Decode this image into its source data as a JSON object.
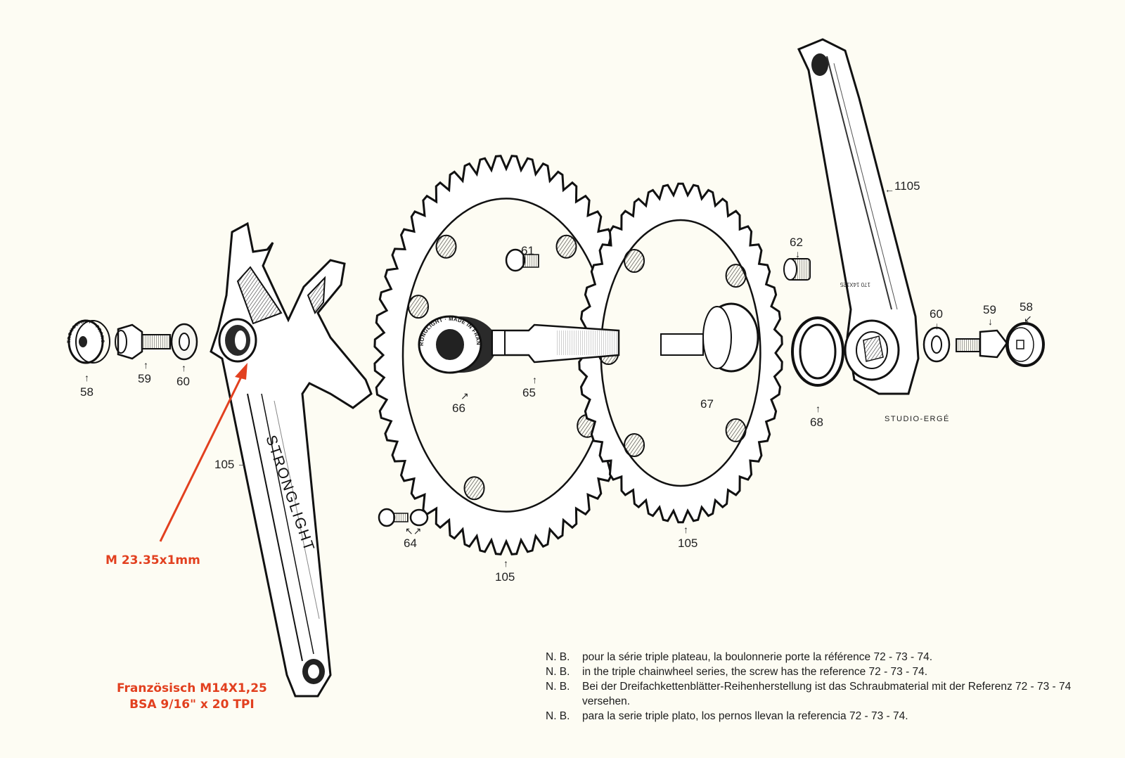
{
  "diagram": {
    "title": "Stronglight crankset exploded view",
    "brand_on_crank": "STRONGLIGHT",
    "brand_on_cup": "STRONGLIGHT · MADE IN FRANCE",
    "brand_on_cap": "STRONGLIGHT · FRANCE",
    "crank_stamp": "170 14X125",
    "credit": "STUDIO-ERGÉ",
    "part_labels": [
      {
        "id": "58",
        "text": "58",
        "side": "left"
      },
      {
        "id": "59",
        "text": "59",
        "side": "left"
      },
      {
        "id": "60",
        "text": "60",
        "side": "left"
      },
      {
        "id": "105-crank",
        "text": "105"
      },
      {
        "id": "61",
        "text": "61"
      },
      {
        "id": "66",
        "text": "66"
      },
      {
        "id": "65",
        "text": "65"
      },
      {
        "id": "62",
        "text": "62"
      },
      {
        "id": "67",
        "text": "67"
      },
      {
        "id": "68",
        "text": "68"
      },
      {
        "id": "1105",
        "text": "1105"
      },
      {
        "id": "60r",
        "text": "60",
        "side": "right"
      },
      {
        "id": "59r",
        "text": "59",
        "side": "right"
      },
      {
        "id": "58r",
        "text": "58",
        "side": "right"
      },
      {
        "id": "64",
        "text": "64"
      },
      {
        "id": "105-big",
        "text": "105"
      },
      {
        "id": "105-small",
        "text": "105"
      }
    ],
    "annotations": {
      "thread_spindle": "M 23.35x1mm",
      "pedal_thread_line1": "Französisch M14X1,25",
      "pedal_thread_line2": "BSA 9/16\" x 20 TPI",
      "accent_color": "#e2401f"
    },
    "notes": [
      {
        "prefix": "N. B.",
        "text": "pour la série triple plateau, la boulonnerie porte la référence 72 - 73 - 74."
      },
      {
        "prefix": "N. B.",
        "text": "in the triple chainwheel series, the screw has the reference 72 - 73 - 74."
      },
      {
        "prefix": "N. B.",
        "text": "Bei der Dreifachkettenblätter-Reihenherstellung ist das Schraubmaterial mit der Referenz 72 - 73 - 74 versehen."
      },
      {
        "prefix": "N. B.",
        "text": "para la serie triple plato, los pernos llevan la referencia 72 - 73 - 74."
      }
    ]
  }
}
